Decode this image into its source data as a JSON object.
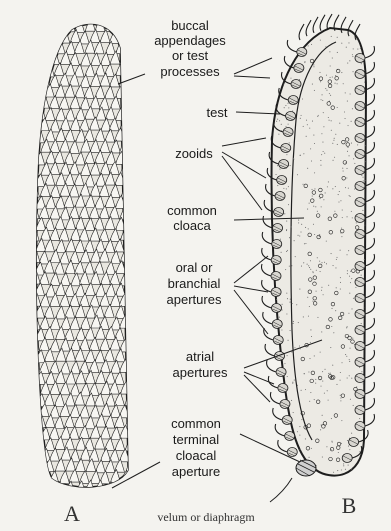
{
  "labels": {
    "buccal": [
      "buccal",
      "appendages",
      "or test",
      "processes"
    ],
    "test": "test",
    "zooids": "zooids",
    "common_cloaca": [
      "common",
      "cloaca"
    ],
    "oral": [
      "oral or",
      "branchial",
      "apertures"
    ],
    "atrial": [
      "atrial",
      "apertures"
    ],
    "terminal": [
      "common",
      "terminal",
      "cloacal",
      "aperture"
    ]
  },
  "captions": {
    "a": "A",
    "b": "B",
    "velum": "velum or diaphragm"
  },
  "colors": {
    "ink": "#1e1e1e",
    "paper": "#f4f3ef",
    "stipple": "#6e6e6e"
  }
}
